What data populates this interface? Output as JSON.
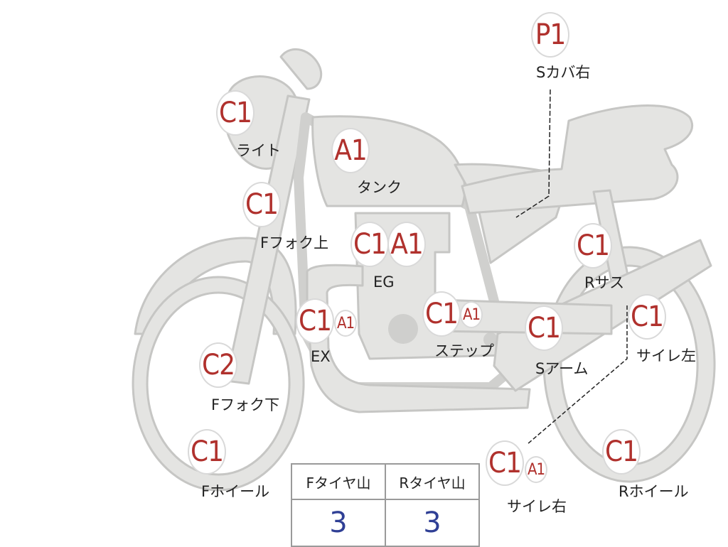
{
  "parts": [
    {
      "id": "s-cover-right",
      "label": "Sカバ右",
      "grades": [
        "P1"
      ]
    },
    {
      "id": "light",
      "label": "ライト",
      "grades": [
        "C1"
      ]
    },
    {
      "id": "tank",
      "label": "タンク",
      "grades": [
        "A1"
      ]
    },
    {
      "id": "f-fork-upper",
      "label": "Fフォク上",
      "grades": [
        "C1"
      ]
    },
    {
      "id": "engine",
      "label": "EG",
      "grades": [
        "C1",
        "A1"
      ]
    },
    {
      "id": "r-suspension",
      "label": "Rサス",
      "grades": [
        "C1"
      ]
    },
    {
      "id": "exhaust",
      "label": "EX",
      "grades": [
        "C1",
        "A1"
      ]
    },
    {
      "id": "step",
      "label": "ステップ",
      "grades": [
        "C1",
        "A1"
      ]
    },
    {
      "id": "swing-arm",
      "label": "Sアーム",
      "grades": [
        "C1"
      ]
    },
    {
      "id": "muffler-left",
      "label": "サイレ左",
      "grades": [
        "C1"
      ]
    },
    {
      "id": "f-fork-lower",
      "label": "Fフォク下",
      "grades": [
        "C2"
      ]
    },
    {
      "id": "f-wheel",
      "label": "Fホイール",
      "grades": [
        "C1"
      ]
    },
    {
      "id": "muffler-right",
      "label": "サイレ右",
      "grades": [
        "C1",
        "A1"
      ]
    },
    {
      "id": "r-wheel",
      "label": "Rホイール",
      "grades": [
        "C1"
      ]
    }
  ],
  "tread_table": {
    "headers": [
      "Fタイヤ山",
      "Rタイヤ山"
    ],
    "values": [
      "3",
      "3"
    ]
  },
  "colors": {
    "body": "#e4e4e2",
    "outline": "#c6c6c4",
    "grade": "#b0312d",
    "tread_value": "#2f3f95"
  }
}
